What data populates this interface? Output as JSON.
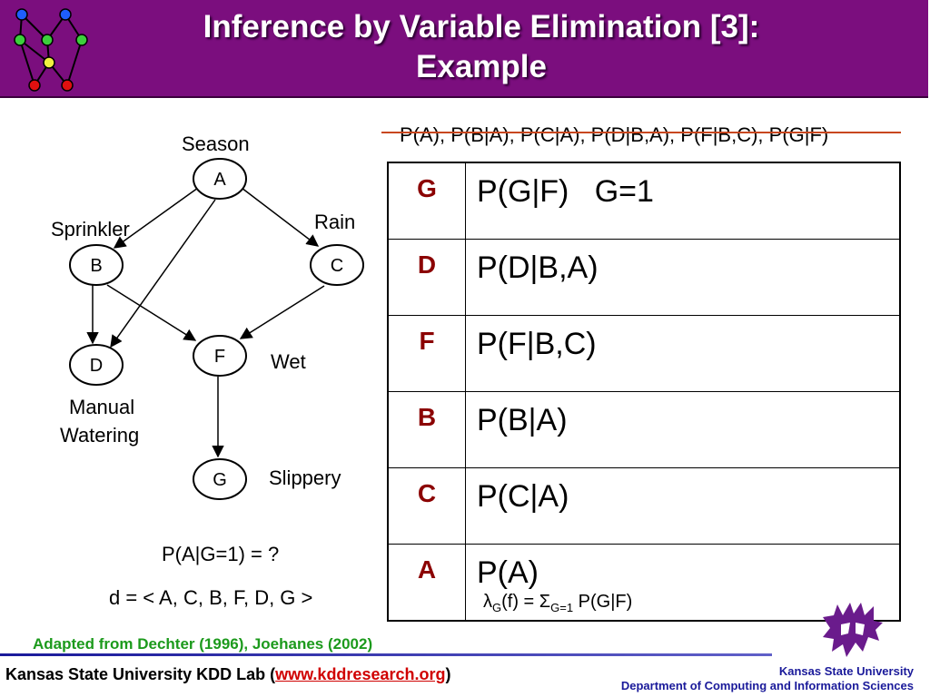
{
  "header": {
    "title_line1": "Inference by Variable Elimination [3]:",
    "title_line2": "Example"
  },
  "network": {
    "nodes": {
      "A": "A",
      "B": "B",
      "C": "C",
      "D": "D",
      "F": "F",
      "G": "G"
    },
    "labels": {
      "season": "Season",
      "sprinkler": "Sprinkler",
      "rain": "Rain",
      "wet": "Wet",
      "manual_watering_1": "Manual",
      "manual_watering_2": "Watering",
      "slippery": "Slippery"
    }
  },
  "factor_list": "P(A), P(B|A), P(C|A), P(D|B,A), P(F|B,C), P(G|F)",
  "buckets": [
    {
      "var": "G",
      "fn": "P(G|F)   G=1"
    },
    {
      "var": "D",
      "fn": "P(D|B,A)"
    },
    {
      "var": "F",
      "fn": "P(F|B,C)"
    },
    {
      "var": "B",
      "fn": "P(B|A)"
    },
    {
      "var": "C",
      "fn": "P(C|A)"
    },
    {
      "var": "A",
      "fn": "P(A)"
    }
  ],
  "query": "P(A|G=1) = ?",
  "ordering": "d = < A, C, B, F, D, G >",
  "lambda": {
    "prefix": "λ",
    "sub1": "G",
    "middle": "(f) = Σ",
    "sub2": "G=1",
    "suffix": " P(G|F)"
  },
  "attribution": "Adapted from Dechter (1996), Joehanes (2002)",
  "footer": {
    "lab_prefix": "Kansas State University KDD Lab (",
    "lab_link": "www.kddresearch.org",
    "lab_suffix": ")",
    "univ": "Kansas State University",
    "dept": "Department of Computing and Information Sciences"
  },
  "colors": {
    "header": "#7b0e7e",
    "bucket_var": "#8b0000",
    "attribution": "#1c9a1c",
    "footer_text": "#1a1a9a",
    "link": "#d00000"
  }
}
